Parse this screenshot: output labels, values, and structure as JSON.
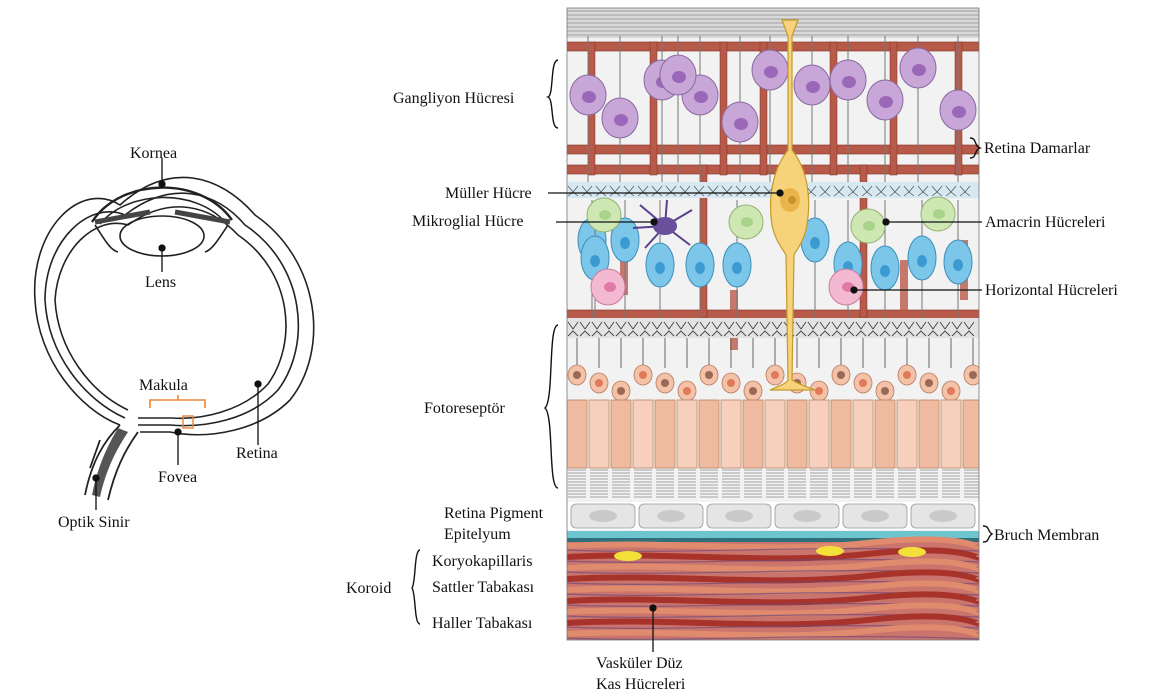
{
  "eye": {
    "kornea": "Kornea",
    "lens": "Lens",
    "makula": "Makula",
    "retina": "Retina",
    "fovea": "Fovea",
    "optik_sinir": "Optik Sinir"
  },
  "retina_labels": {
    "gangliyon": "Gangliyon Hücresi",
    "retina_damarlar": "Retina Damarlar",
    "muller": "Müller Hücre",
    "mikroglial": "Mikroglial Hücre",
    "amacrin": "Amacrin Hücreleri",
    "horizontal": "Horizontal Hücreleri",
    "fotoreseptor": "Fotoreseptör",
    "rpe_line1": "Retina Pigment",
    "rpe_line2": "Epitelyum",
    "bruch": "Bruch Membran",
    "koroid": "Koroid",
    "koryokapillaris": "Koryokapillaris",
    "sattler": "Sattler Tabakası",
    "haller": "Haller Tabakası",
    "vaskuler_line1": "Vasküler Düz",
    "vaskuler_line2": "Kas Hücreleri"
  },
  "colors": {
    "ganglion": "#c9a6d8",
    "ganglion_nucleus": "#9b67b8",
    "vessel": "#b85a4a",
    "muller": "#f6d27a",
    "bipolar": "#7cc6ea",
    "amacrine": "#cfe8b3",
    "horizontal": "#f3b9d0",
    "microglia": "#6a4f9c",
    "photoreceptor": "#f3c2a8",
    "rpe": "#e5e5e5",
    "bruch": "#6fc5cf",
    "choroid": "#c0463c",
    "makula_bracket": "#e8853a"
  }
}
